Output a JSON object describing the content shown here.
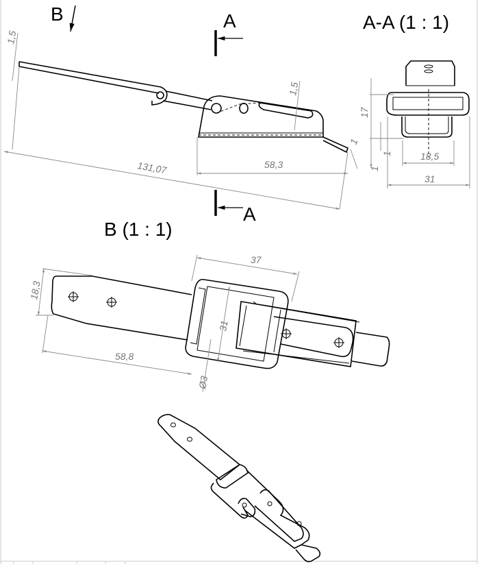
{
  "views": {
    "side": {
      "view_marker": "B",
      "section_marker_top": "A",
      "section_marker_bottom": "A",
      "dims": {
        "thickness_left": "1,5",
        "thickness_right": "1,5",
        "overall_length": "131,07",
        "body_length": "58,3",
        "tail": "1"
      }
    },
    "section": {
      "title": "A-A (1 : 1)",
      "dims": {
        "height": "17",
        "gap_a": "1",
        "gap_b": "1",
        "inner_width": "18,5",
        "outer_width": "31"
      }
    },
    "top": {
      "title": "B (1 : 1)",
      "dims": {
        "strap_width": "18,3",
        "frame_length": "37",
        "frame_width": "31",
        "strap_length": "58,8",
        "hole_diameter": "Ø3"
      }
    },
    "isometric": {}
  }
}
